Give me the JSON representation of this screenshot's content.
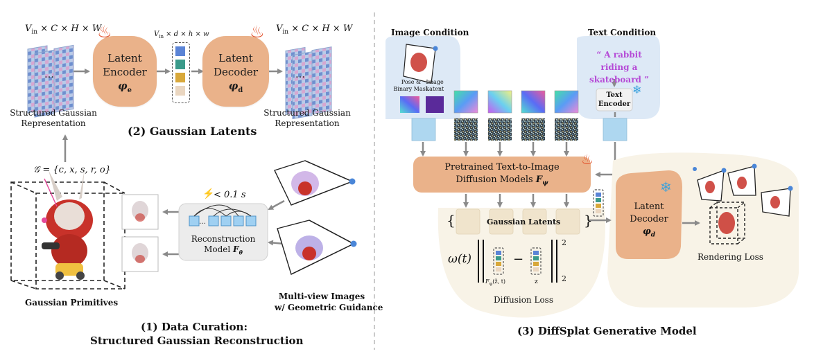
{
  "left_panel": {
    "latent_section": {
      "input_dims": "V",
      "input_dims_sub": "in",
      "input_dims_rest": " × C × H × W",
      "latent_dims": "V",
      "latent_dims_sub": "in",
      "latent_dims_rest": " × d × h × w",
      "output_dims": "V",
      "output_dims_sub": "in",
      "output_dims_rest": " × C × H × W",
      "encoder_line1": "Latent",
      "encoder_line2": "Encoder",
      "encoder_symbol": "φ",
      "encoder_symbol_sub": "e",
      "decoder_line1": "Latent",
      "decoder_line2": "Decoder",
      "decoder_symbol": "φ",
      "decoder_symbol_sub": "d",
      "input_caption_1": "Structured Gaussian",
      "input_caption_2": "Representation",
      "output_caption_1": "Structured Gaussian",
      "output_caption_2": "Representation",
      "title": "(2) Gaussian Latents"
    },
    "curation_section": {
      "gaussian_set": "𝒢 = {c, x, s, r, o}",
      "speed": "< 0.1 s",
      "recon_line1": "Reconstruction",
      "recon_line2": "Model",
      "recon_symbol": "F",
      "recon_symbol_sub": "θ",
      "primitives_caption": "Gaussian Primitives",
      "multiview_caption_1": "Multi-view Images",
      "multiview_caption_2": "w/ Geometric Guidance",
      "title_1": "(1) Data Curation:",
      "title_2": "Structured Gaussian Reconstruction"
    }
  },
  "right_panel": {
    "image_condition": "Image Condition",
    "text_condition": "Text Condition",
    "prompt": "“ A rabbit riding a skateboard ”",
    "pose_mask": "Pose &",
    "pose_mask_2": "Binary Mask",
    "image_latent_1": "Image",
    "image_latent_2": "Latent",
    "text_encoder_1": "Text",
    "text_encoder_2": "Encoder",
    "diffusion_line1": "Pretrained Text-to-Image",
    "diffusion_line2": "Diffusion Models",
    "diffusion_symbol": "F",
    "diffusion_symbol_sub": "ψ",
    "gaussian_latents": "Gaussian Latents",
    "brace_open": "{",
    "brace_close": "}",
    "omega": "ω(t)",
    "minus": "−",
    "norm_sub": "2",
    "norm_sup": "2",
    "fpsi_label": "F",
    "fpsi_sub": "ψ",
    "fpsi_args": "(z̃, t)",
    "z_label": "z",
    "diffusion_loss": "Diffusion Loss",
    "latent_decoder_1": "Latent",
    "latent_decoder_2": "Decoder",
    "latent_decoder_symbol": "φ",
    "latent_decoder_symbol_sub": "d",
    "rendering_loss": "Rendering Loss",
    "title": "(3) DiffSplat Generative Model"
  },
  "colors": {
    "encoder_orange": "#eab28a",
    "condition_blue": "#dde9f6",
    "loss_beige": "#f8f3e7",
    "latent_card": "#f0e4cc",
    "prompt_purple": "#b54ad6",
    "fire": "#e2502a",
    "snow": "#3aa1dc",
    "arrow_gray": "#8a8a8a"
  },
  "icons": [
    "fire-icon",
    "snowflake-icon",
    "lightning-icon"
  ]
}
